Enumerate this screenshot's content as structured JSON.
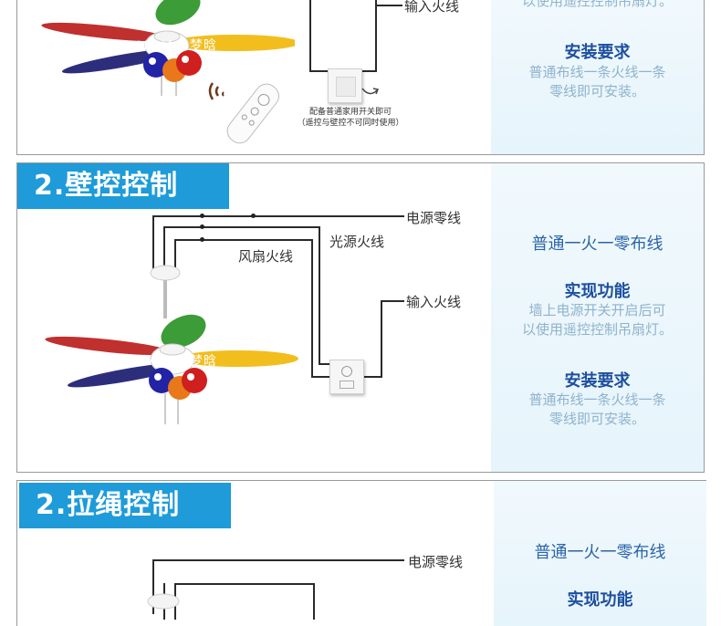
{
  "panel1": {
    "wire_label_input": "输入火线",
    "caption_line1": "配备普通家用开关即可",
    "caption_line2": "（遥控与壁控不可同时使用）",
    "body_top": "以使用遥控控制吊扇灯。",
    "install_title": "安装要求",
    "install_body_line1": "普通布线一条火线一条",
    "install_body_line2": "零线即可安装。",
    "watermark": "DREAMHAN 梦晗"
  },
  "panel2": {
    "tab_title": "2.壁控控制",
    "wire_labels": {
      "power_neutral": "电源零线",
      "light_live": "光源火线",
      "fan_live": "风扇火线",
      "input_live": "输入火线"
    },
    "wiring_title": "普通一火一零布线",
    "function_title": "实现功能",
    "function_body_line1": "墙上电源开关开启后可",
    "function_body_line2": "以使用遥控控制吊扇灯。",
    "install_title": "安装要求",
    "install_body_line1": "普通布线一条火线一条",
    "install_body_line2": "零线即可安装。",
    "watermark": "DREAMHAN 梦晗"
  },
  "panel3": {
    "tab_title": "2.拉绳控制",
    "wire_labels": {
      "power_neutral": "电源零线"
    },
    "wiring_title": "普通一火一零布线",
    "function_title": "实现功能"
  },
  "colors": {
    "tab_blue": "#1e9bd8",
    "title_blue": "#1d4f9e",
    "body_gray_blue": "#8fb3cc",
    "panel_tint": "#eaf5fb"
  }
}
